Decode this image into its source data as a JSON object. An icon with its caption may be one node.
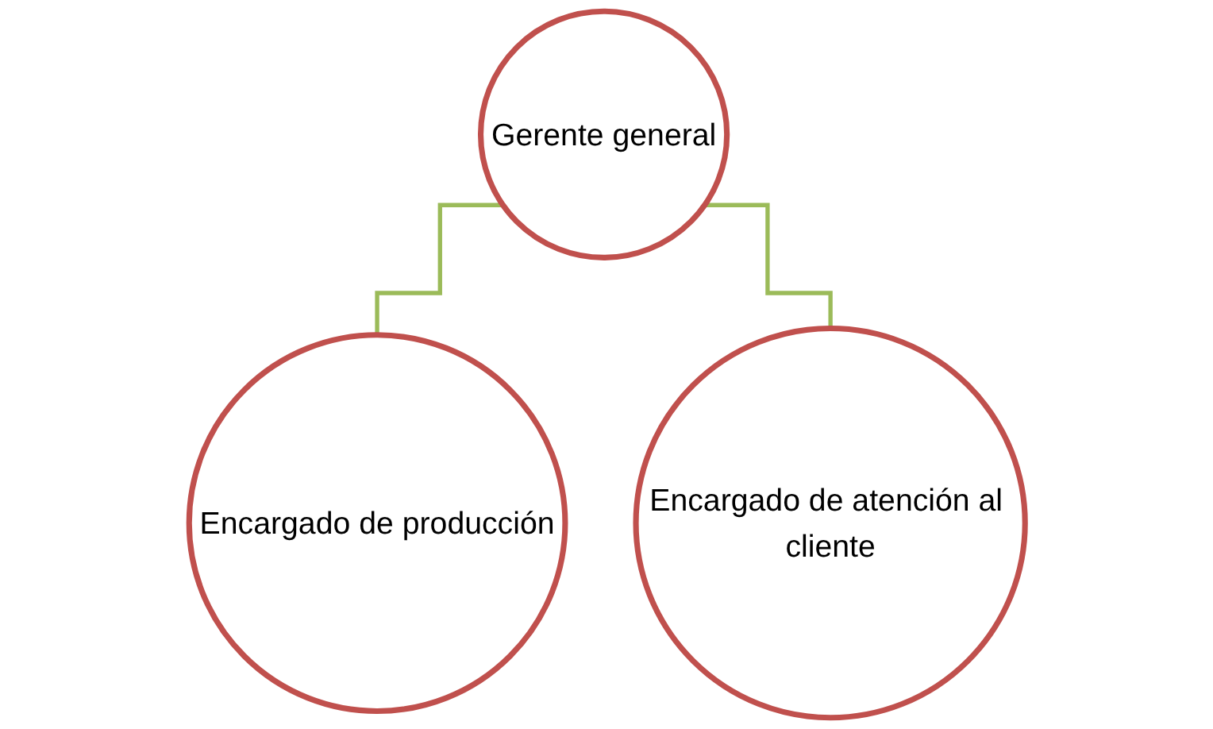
{
  "diagram": {
    "nodes": [
      {
        "text": [
          "Gerente general"
        ]
      },
      {
        "text": [
          "Encargado de producción"
        ]
      },
      {
        "text": [
          "Encargado de atención al cliente"
        ]
      }
    ],
    "edges": [
      {
        "from": 0,
        "to": 1,
        "arrow": "none"
      },
      {
        "from": 0,
        "to": 2,
        "arrow": "none"
      }
    ]
  }
}
